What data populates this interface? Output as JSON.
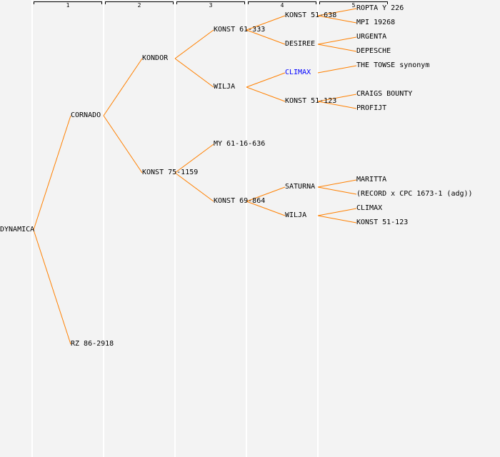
{
  "columns": [
    "1",
    "2",
    "3",
    "4",
    "5"
  ],
  "colors": {
    "line": "#ff8000",
    "text": "#000000",
    "highlight": "#0000ff"
  },
  "pedigree": {
    "name": "DYNAMICA",
    "parents": [
      {
        "name": "CORNADO",
        "parents": [
          {
            "name": "KONDOR",
            "parents": [
              {
                "name": "KONST 61-333",
                "parents": [
                  {
                    "name": "KONST 51-638",
                    "parents": [
                      {
                        "name": "ROPTA Y 226"
                      },
                      {
                        "name": "MPI 19268"
                      }
                    ]
                  },
                  {
                    "name": "DESIREE",
                    "parents": [
                      {
                        "name": "URGENTA"
                      },
                      {
                        "name": "DEPESCHE"
                      }
                    ]
                  }
                ]
              },
              {
                "name": "WILJA",
                "parents": [
                  {
                    "name": "CLIMAX",
                    "highlight": true,
                    "parents": [
                      {
                        "name": "THE TOWSE synonym"
                      },
                      null
                    ]
                  },
                  {
                    "name": "KONST 51-123",
                    "parents": [
                      {
                        "name": "CRAIGS BOUNTY"
                      },
                      {
                        "name": "PROFIJT"
                      }
                    ]
                  }
                ]
              }
            ]
          },
          {
            "name": "KONST 75-1159",
            "parents": [
              {
                "name": "MY 61-16-636"
              },
              {
                "name": "KONST 69-864",
                "parents": [
                  null,
                  null,
                  {
                    "name": "SATURNA",
                    "parents": [
                      {
                        "name": "MARITTA"
                      },
                      {
                        "name": "(RECORD x CPC 1673-1 (adg))"
                      }
                    ]
                  },
                  {
                    "name": "WILJA",
                    "parents": [
                      {
                        "name": "CLIMAX"
                      },
                      {
                        "name": "KONST 51-123"
                      }
                    ]
                  }
                ]
              }
            ]
          }
        ]
      },
      {
        "name": "RZ 86-2918"
      }
    ]
  }
}
